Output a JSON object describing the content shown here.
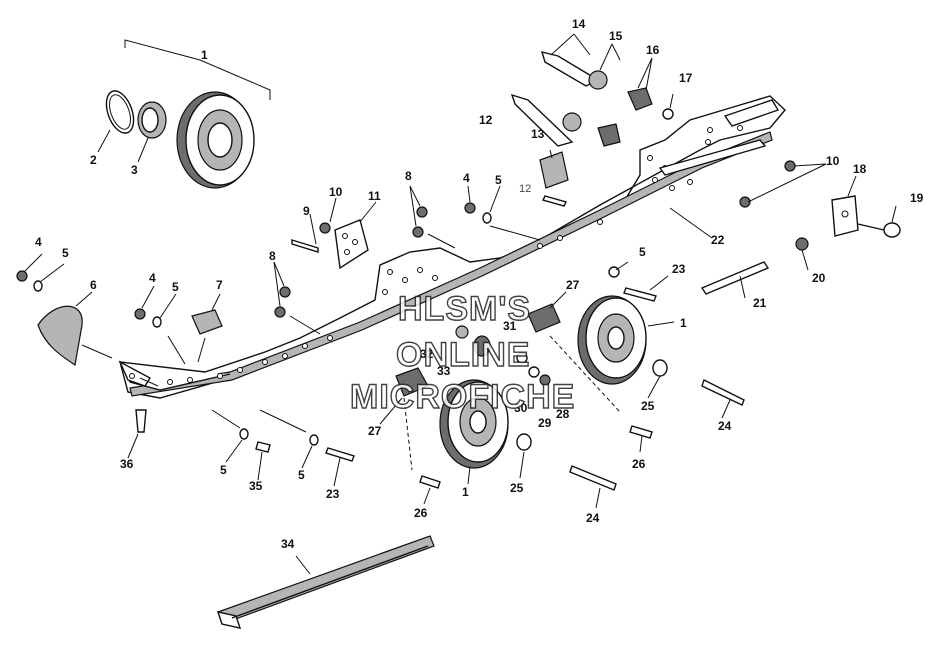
{
  "watermark": {
    "line1": "HLSM'S",
    "line2": "ONLINE",
    "line3": "MICROFICHE"
  },
  "callouts": [
    {
      "id": "c1a",
      "label": "1"
    },
    {
      "id": "c2",
      "label": "2"
    },
    {
      "id": "c3",
      "label": "3"
    },
    {
      "id": "c4a",
      "label": "4"
    },
    {
      "id": "c5a",
      "label": "5"
    },
    {
      "id": "c6",
      "label": "6"
    },
    {
      "id": "c4b",
      "label": "4"
    },
    {
      "id": "c5b",
      "label": "5"
    },
    {
      "id": "c7",
      "label": "7"
    },
    {
      "id": "c8a",
      "label": "8"
    },
    {
      "id": "c9",
      "label": "9"
    },
    {
      "id": "c10a",
      "label": "10"
    },
    {
      "id": "c11",
      "label": "11"
    },
    {
      "id": "c8b",
      "label": "8"
    },
    {
      "id": "c4c",
      "label": "4"
    },
    {
      "id": "c5c",
      "label": "5"
    },
    {
      "id": "c12a",
      "label": "12"
    },
    {
      "id": "c12b",
      "label": "12"
    },
    {
      "id": "c13",
      "label": "13"
    },
    {
      "id": "c14",
      "label": "14"
    },
    {
      "id": "c15",
      "label": "15"
    },
    {
      "id": "c16",
      "label": "16"
    },
    {
      "id": "c17",
      "label": "17"
    },
    {
      "id": "c10b",
      "label": "10"
    },
    {
      "id": "c18",
      "label": "18"
    },
    {
      "id": "c19",
      "label": "19"
    },
    {
      "id": "c20",
      "label": "20"
    },
    {
      "id": "c21",
      "label": "21"
    },
    {
      "id": "c22",
      "label": "22"
    },
    {
      "id": "c5d",
      "label": "5"
    },
    {
      "id": "c23a",
      "label": "23"
    },
    {
      "id": "c27a",
      "label": "27"
    },
    {
      "id": "c31",
      "label": "31"
    },
    {
      "id": "c1b",
      "label": "1"
    },
    {
      "id": "c32",
      "label": "32"
    },
    {
      "id": "c33",
      "label": "33"
    },
    {
      "id": "c30",
      "label": "30"
    },
    {
      "id": "c28",
      "label": "28"
    },
    {
      "id": "c29",
      "label": "29"
    },
    {
      "id": "c25a",
      "label": "25"
    },
    {
      "id": "c24a",
      "label": "24"
    },
    {
      "id": "c27b",
      "label": "27"
    },
    {
      "id": "c26a",
      "label": "26"
    },
    {
      "id": "c36",
      "label": "36"
    },
    {
      "id": "c5e",
      "label": "5"
    },
    {
      "id": "c35",
      "label": "35"
    },
    {
      "id": "c5f",
      "label": "5"
    },
    {
      "id": "c23b",
      "label": "23"
    },
    {
      "id": "c1c",
      "label": "1"
    },
    {
      "id": "c25b",
      "label": "25"
    },
    {
      "id": "c24b",
      "label": "24"
    },
    {
      "id": "c26b",
      "label": "26"
    },
    {
      "id": "c34",
      "label": "34"
    }
  ]
}
